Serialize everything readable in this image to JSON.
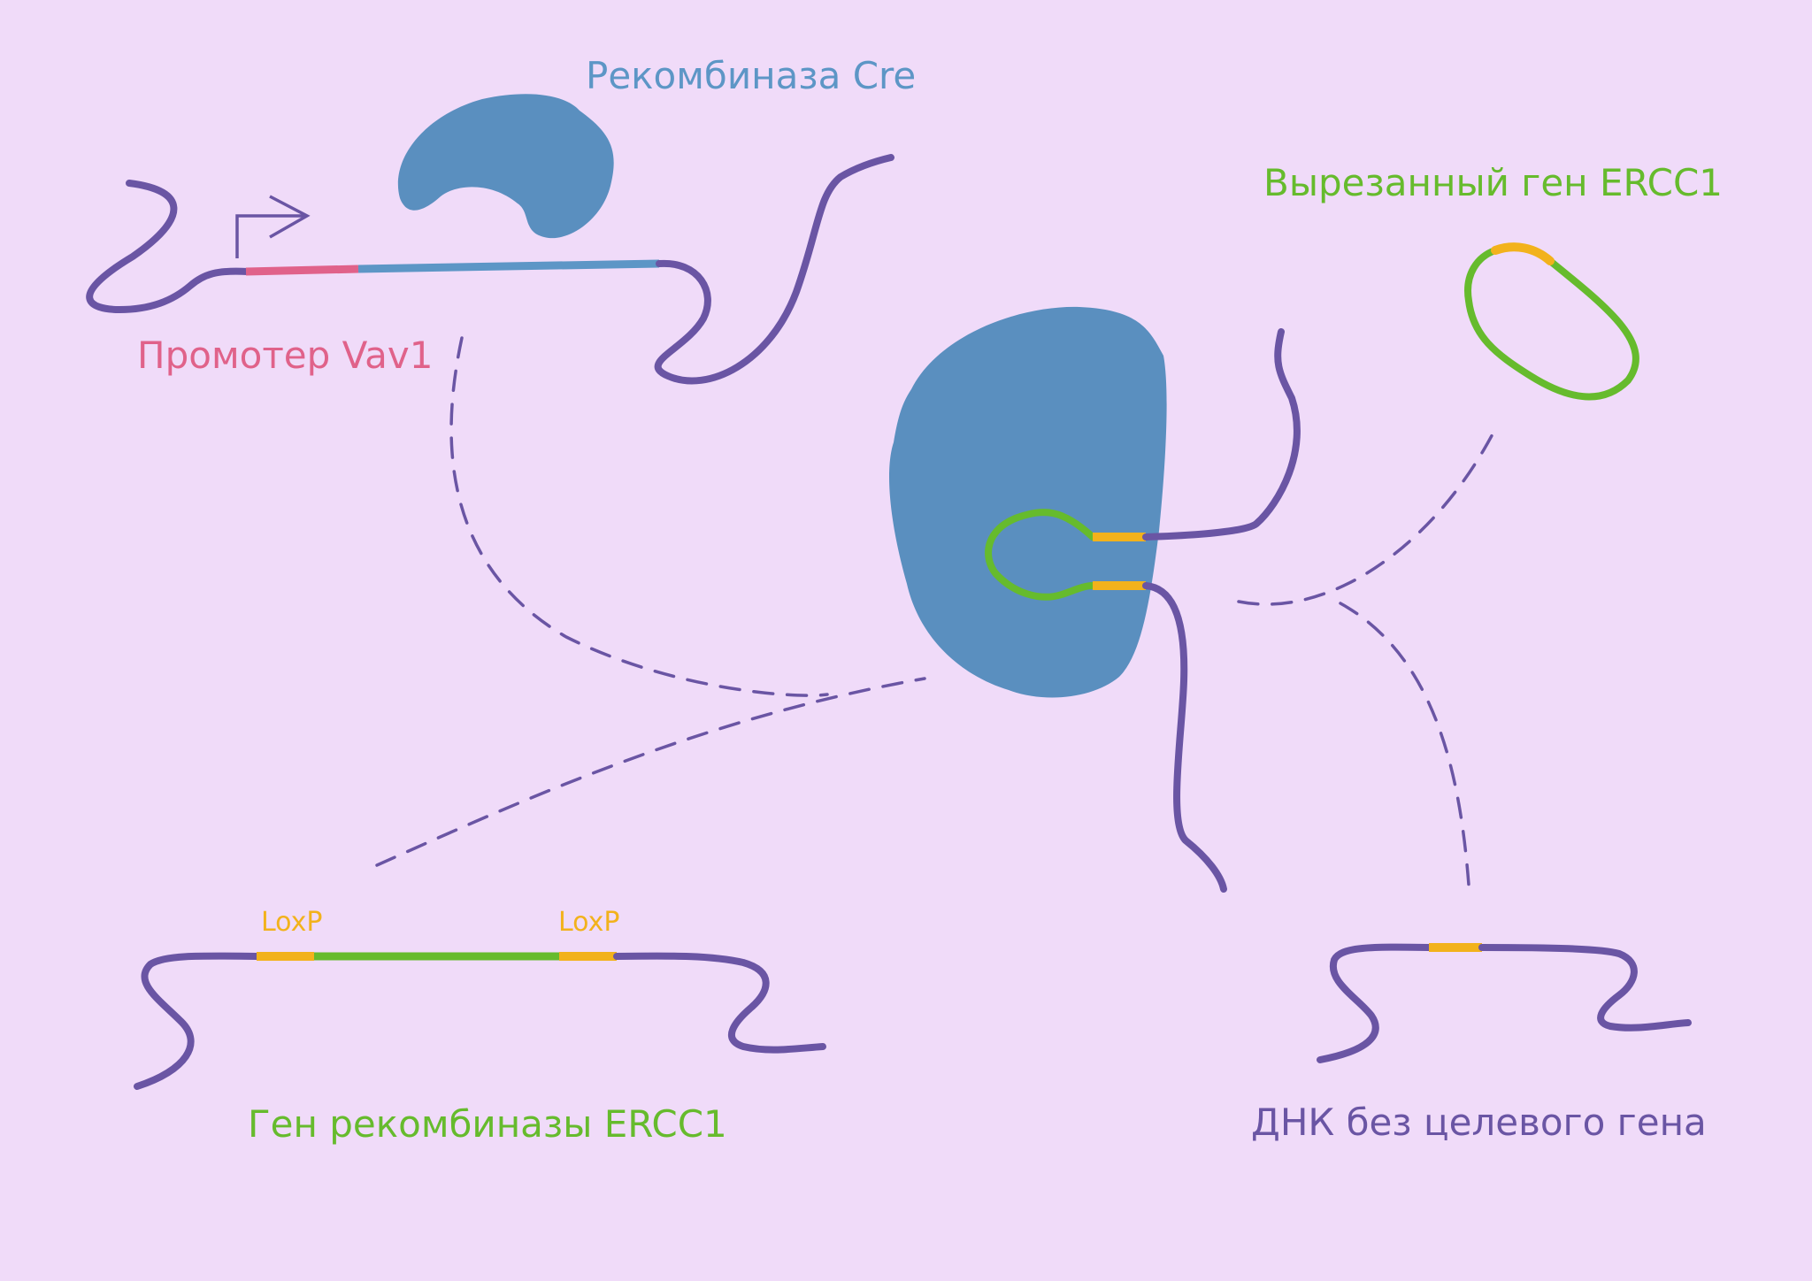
{
  "labels": {
    "cre_recombinase": "Рекомбиназа Cre",
    "excised_gene": "Вырезанный ген ERCC1",
    "promoter": "Промотер Vav1",
    "loxp_left": "LoxP",
    "loxp_right": "LoxP",
    "recombinase_gene": "Ген рекомбиназы ERCC1",
    "dna_without_target": "ДНК без целевого гена"
  },
  "colors": {
    "background": "#f0dbf9",
    "dna_strand": "#6a55a4",
    "protein": "#5a8fbf",
    "cre_gene_segment": "#5d96c6",
    "promoter": "#e0628a",
    "ercc1_gene": "#66bb2d",
    "loxp": "#f2b21c",
    "dashed_path": "#6a55a4"
  },
  "icons": {
    "promoter_arrow": "transcription-start-arrow-icon"
  }
}
